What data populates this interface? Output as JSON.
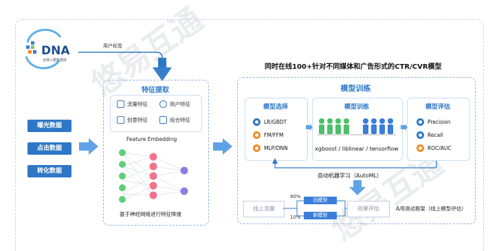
{
  "dna": {
    "logo_text": "DNA",
    "logo_sub": "全网人群数据库"
  },
  "user_tag": "用户标签",
  "headline": "同时在线100+针对不同媒体和广告形式的CTR/CVR模型",
  "data_sources": [
    "曝光数据",
    "点击数据",
    "转化数据"
  ],
  "feature": {
    "title": "特征提取",
    "items": [
      "流量特征",
      "用户特征",
      "创意特征",
      "组合特征"
    ],
    "embedding": "Feature Embedding",
    "caption": "基于神经网络进行特征降维"
  },
  "training": {
    "title": "模型训练",
    "selection": {
      "title": "模型选择",
      "items": [
        "LR/GBDT",
        "FM/FFM",
        "MLP/DNN"
      ]
    },
    "train": {
      "title": "模型训练",
      "tools": "xgboost / liblinear / tensorflow"
    },
    "evaluation": {
      "title": "模型评估",
      "items": [
        "Precision",
        "Recall",
        "ROC/AUC"
      ]
    },
    "automl": "自动机器学习（AutoML）"
  },
  "abtest": {
    "traffic": "线上流量",
    "pct_top": "90%",
    "pct_bottom": "10%",
    "old_model": "旧模型",
    "new_model": "新模型",
    "result": "效果评估",
    "label": "A/B测试框架（线上模型评估）"
  },
  "colors": {
    "accent": "#2d78c6",
    "orange": "#f08a24",
    "green": "#4cc06a",
    "pink": "#f2738e",
    "purple": "#8a7fe0"
  }
}
